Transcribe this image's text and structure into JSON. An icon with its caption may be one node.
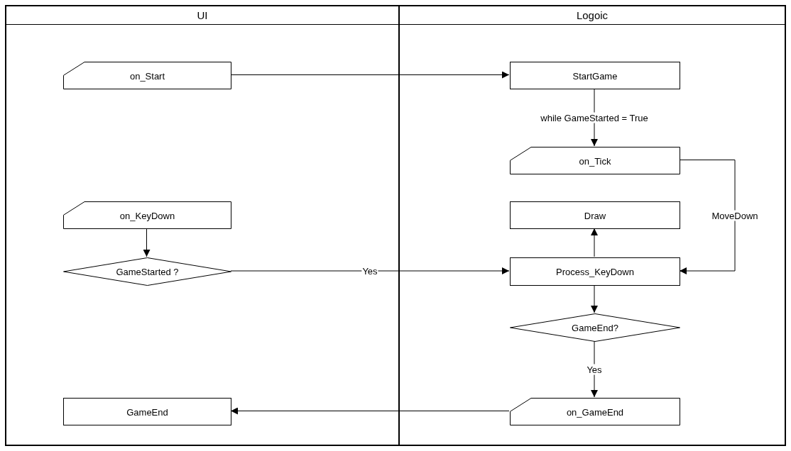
{
  "diagram": {
    "nodes": [
      {
        "text": [
          "UI"
        ]
      },
      {
        "text": [
          "Logoic"
        ]
      },
      {
        "text": [
          "on_Start"
        ],
        "in": 0
      },
      {
        "text": [
          "StartGame"
        ],
        "in": 1
      },
      {
        "text": [
          "on_Tick"
        ],
        "in": 1
      },
      {
        "text": [
          "on_KeyDown"
        ],
        "in": 0
      },
      {
        "text": [
          "Draw"
        ],
        "in": 1
      },
      {
        "text": [
          "GameStarted ?"
        ],
        "in": 0
      },
      {
        "text": [
          "Process_KeyDown"
        ],
        "in": 1
      },
      {
        "text": [
          "GameEnd?"
        ],
        "in": 1
      },
      {
        "text": [
          "GameEnd"
        ],
        "in": 0
      },
      {
        "text": [
          "on_GameEnd"
        ],
        "in": 1
      }
    ],
    "edges": [
      {
        "from": 2,
        "to": 3,
        "arrow": "to"
      },
      {
        "from": 3,
        "to": 4,
        "arrow": "to",
        "label": "while GameStarted = True"
      },
      {
        "from": 4,
        "to": 8,
        "arrow": "to",
        "label": "MoveDown"
      },
      {
        "from": 5,
        "to": 7,
        "arrow": "to"
      },
      {
        "from": 7,
        "to": 8,
        "arrow": "to",
        "label": "Yes"
      },
      {
        "from": 8,
        "to": 6,
        "arrow": "to"
      },
      {
        "from": 8,
        "to": 9,
        "arrow": "to"
      },
      {
        "from": 9,
        "to": 11,
        "arrow": "to",
        "label": "Yes"
      },
      {
        "from": 11,
        "to": 10,
        "arrow": "to"
      }
    ]
  }
}
